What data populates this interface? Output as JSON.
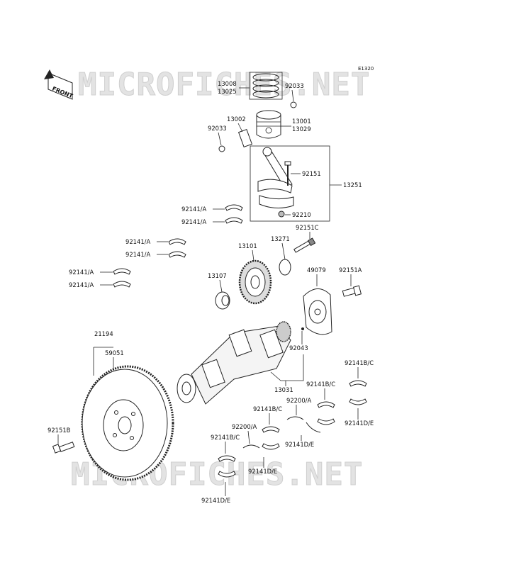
{
  "diagram": {
    "ref_code": "E1320",
    "front_marker": "FRONT",
    "watermark_text": "MICROFICHES.NET",
    "part_labels": {
      "13008": "13008",
      "13025": "13025",
      "92033_top": "92033",
      "13002": "13002",
      "92033_left": "92033",
      "13001": "13001",
      "13029": "13029",
      "92151": "92151",
      "13251": "13251",
      "92210": "92210",
      "92141A_1": "92141/A",
      "92141A_2": "92141/A",
      "92151C": "92151C",
      "13271": "13271",
      "13101": "13101",
      "92141A_3": "92141/A",
      "92141A_4": "92141/A",
      "49079": "49079",
      "92151A": "92151A",
      "13107": "13107",
      "92141A_5": "92141/A",
      "92141A_6": "92141/A",
      "92043": "92043",
      "21194": "21194",
      "59051": "59051",
      "92141BC_1": "92141B/C",
      "13031": "13031",
      "92141BC_2": "92141B/C",
      "92200A_1": "92200/A",
      "92141BC_3": "92141B/C",
      "92141DE_1": "92141D/E",
      "92151B": "92151B",
      "92200A_2": "92200/A",
      "92141DE_2": "92141D/E",
      "92141BC_4": "92141B/C",
      "92141DE_3": "92141D/E",
      "92141DE_4": "92141D/E"
    }
  }
}
